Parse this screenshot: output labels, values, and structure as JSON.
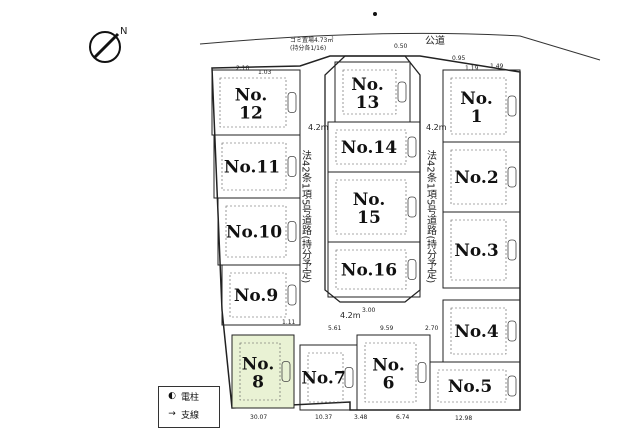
{
  "road_label": "公道",
  "road_notes": [
    "ゴミ置場4.73㎡",
    "(持分各1/16)"
  ],
  "private_road_left": "法42条1項5号道路(持分予定)",
  "private_road_right": "法42条1項5号道路(持分予定)",
  "road_widths": [
    "4.2m",
    "4.2m",
    "4.2m"
  ],
  "dimensions": [
    "2.10",
    "1.03",
    "0.50",
    "1.19",
    "0.95",
    "1.49",
    "3.48",
    "6.74",
    "9.59",
    "10.37",
    "12.98",
    "30.07",
    "5.61",
    "2.70",
    "3.00",
    "1.11"
  ],
  "legend": {
    "items": [
      {
        "symbol": "◐",
        "label": "電柱"
      },
      {
        "symbol": "→",
        "label": "支線"
      }
    ]
  },
  "lots": [
    {
      "id": "No.1",
      "num": "1",
      "highlight": false
    },
    {
      "id": "No.2",
      "num": "2",
      "highlight": false
    },
    {
      "id": "No.3",
      "num": "3",
      "highlight": false
    },
    {
      "id": "No.4",
      "num": "4",
      "highlight": false
    },
    {
      "id": "No.5",
      "num": "5",
      "highlight": false
    },
    {
      "id": "No.6",
      "num": "6",
      "highlight": false
    },
    {
      "id": "No.7",
      "num": "7",
      "highlight": false
    },
    {
      "id": "No.8",
      "num": "8",
      "highlight": true
    },
    {
      "id": "No.9",
      "num": "9",
      "highlight": false
    },
    {
      "id": "No.10",
      "num": "10",
      "highlight": false
    },
    {
      "id": "No.11",
      "num": "11",
      "highlight": false
    },
    {
      "id": "No.12",
      "num": "12",
      "highlight": false
    },
    {
      "id": "No.13",
      "num": "13",
      "highlight": false
    },
    {
      "id": "No.14",
      "num": "14",
      "highlight": false
    },
    {
      "id": "No.15",
      "num": "15",
      "highlight": false
    },
    {
      "id": "No.16",
      "num": "16",
      "highlight": false
    }
  ],
  "compass": "N",
  "colors": {
    "highlight": "#e9f2d4",
    "line": "#222222"
  }
}
